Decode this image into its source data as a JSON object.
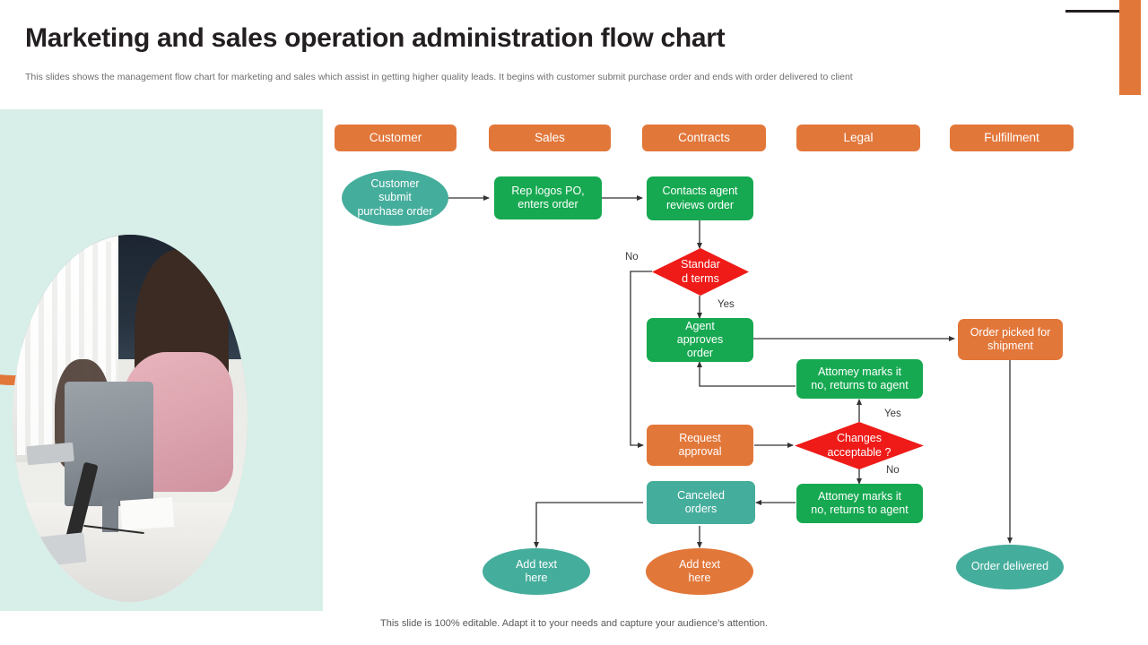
{
  "header": {
    "title": "Marketing and sales operation administration flow chart",
    "subtitle": "This slides shows the management flow chart for marketing and sales which assist in getting higher quality leads. It begins with customer submit purchase order and ends with order delivered to client"
  },
  "footer": {
    "note": "This slide is 100% editable. Adapt it to your needs and capture your audience's attention."
  },
  "colors": {
    "orange": "#e2773a",
    "green": "#16a951",
    "teal": "#45ad9c",
    "red": "#ee1b18",
    "panel_bg": "#d8efe9",
    "title": "#231f20",
    "subtitle": "#6f6f6f",
    "connector": "#333333"
  },
  "lanes": [
    {
      "label": "Customer"
    },
    {
      "label": "Sales"
    },
    {
      "label": "Contracts"
    },
    {
      "label": "Legal"
    },
    {
      "label": "Fulfillment"
    }
  ],
  "nodes": [
    {
      "id": "customer-submit",
      "label": "Customer submit purchase order",
      "shape": "ellipse",
      "color": "teal"
    },
    {
      "id": "rep-logs-po",
      "label": "Rep logos PO, enters order",
      "shape": "rect",
      "color": "green"
    },
    {
      "id": "contacts-agent",
      "label": "Contacts agent reviews  order",
      "shape": "rect",
      "color": "green"
    },
    {
      "id": "standard-terms",
      "label": "Standard terms",
      "shape": "diamond",
      "color": "red"
    },
    {
      "id": "agent-approves",
      "label": "Agent approves order",
      "shape": "rect",
      "color": "green"
    },
    {
      "id": "order-picked",
      "label": "Order  picked for shipment",
      "shape": "rect",
      "color": "orange"
    },
    {
      "id": "attorney-marks-1",
      "label": "Attomey marks it no, returns to agent",
      "shape": "rect",
      "color": "green"
    },
    {
      "id": "request-approval",
      "label": "Request approval",
      "shape": "rect",
      "color": "orange"
    },
    {
      "id": "changes-acceptable",
      "label": "Changes acceptable ?",
      "shape": "diamond",
      "color": "red"
    },
    {
      "id": "attorney-marks-2",
      "label": "Attomey marks it no, returns to agent",
      "shape": "rect",
      "color": "green"
    },
    {
      "id": "canceled-orders",
      "label": "Canceled orders",
      "shape": "rect",
      "color": "teal"
    },
    {
      "id": "add-text-left",
      "label": "Add text here",
      "shape": "ellipse",
      "color": "teal"
    },
    {
      "id": "add-text-center",
      "label": "Add text here",
      "shape": "ellipse",
      "color": "orange"
    },
    {
      "id": "order-delivered",
      "label": "Order  delivered",
      "shape": "ellipse",
      "color": "teal"
    }
  ],
  "node_text": {
    "customer_submit_l1": "Customer",
    "customer_submit_l2": "submit",
    "customer_submit_l3": "purchase order",
    "rep_logs_l1": "Rep logos PO,",
    "rep_logs_l2": "enters order",
    "contacts_agent_l1": "Contacts agent",
    "contacts_agent_l2": "reviews  order",
    "standard_terms_l1": "Standar",
    "standard_terms_l2": "d terms",
    "agent_approves_l1": "Agent",
    "agent_approves_l2": "approves",
    "agent_approves_l3": "order",
    "order_picked_l1": "Order  picked for",
    "order_picked_l2": "shipment",
    "attorney1_l1": "Attomey marks it",
    "attorney1_l2": "no, returns to agent",
    "request_approval_l1": "Request",
    "request_approval_l2": "approval",
    "changes_l1": "Changes",
    "changes_l2": "acceptable ?",
    "attorney2_l1": "Attomey marks it",
    "attorney2_l2": "no, returns to agent",
    "canceled_l1": "Canceled",
    "canceled_l2": "orders",
    "addtext_left_l1": "Add text",
    "addtext_left_l2": "here",
    "addtext_center_l1": "Add text",
    "addtext_center_l2": "here",
    "order_delivered": "Order  delivered"
  },
  "edge_labels": {
    "standard_terms_no": "No",
    "standard_terms_yes": "Yes",
    "changes_yes": "Yes",
    "changes_no": "No"
  }
}
